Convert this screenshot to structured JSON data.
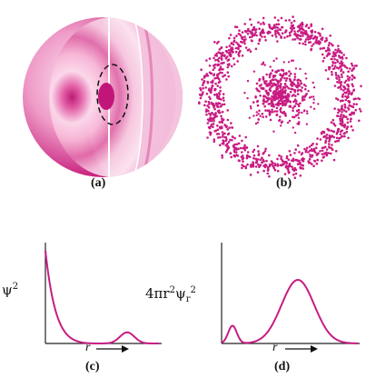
{
  "panels": {
    "a": {
      "label": "(a)"
    },
    "b": {
      "label": "(b)"
    },
    "c": {
      "label": "(c)",
      "ylabel_base": "ψ",
      "ylabel_sup": "2",
      "xlabel": "r"
    },
    "d": {
      "label": "(d)",
      "ylabel_prefix": "4πr",
      "ylabel_sup1": "2",
      "ylabel_psi": "ψ",
      "ylabel_sub": "r",
      "ylabel_sup2": "2",
      "xlabel": "r"
    }
  },
  "colors": {
    "magenta": "#c81c82",
    "sphere_light": "#f6c8e0",
    "sphere_dark": "#b8126e"
  },
  "curves": {
    "c": {
      "description_shape": "decays from max at r=0 to zero, then small second lobe"
    },
    "d": {
      "description_shape": "small first peak, node, large second peak"
    }
  }
}
